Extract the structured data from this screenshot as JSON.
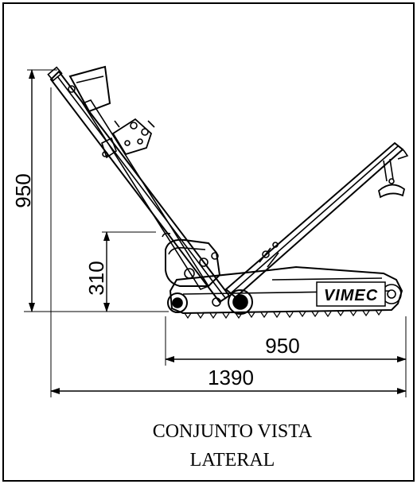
{
  "drawing": {
    "dimensions": {
      "overall_height": "950",
      "platform_height": "310",
      "track_length": "950",
      "overall_length": "1390"
    },
    "brand_logo_text": "VIMEC",
    "caption": {
      "line1": "CONJUNTO VISTA",
      "line2": "LATERAL"
    }
  }
}
